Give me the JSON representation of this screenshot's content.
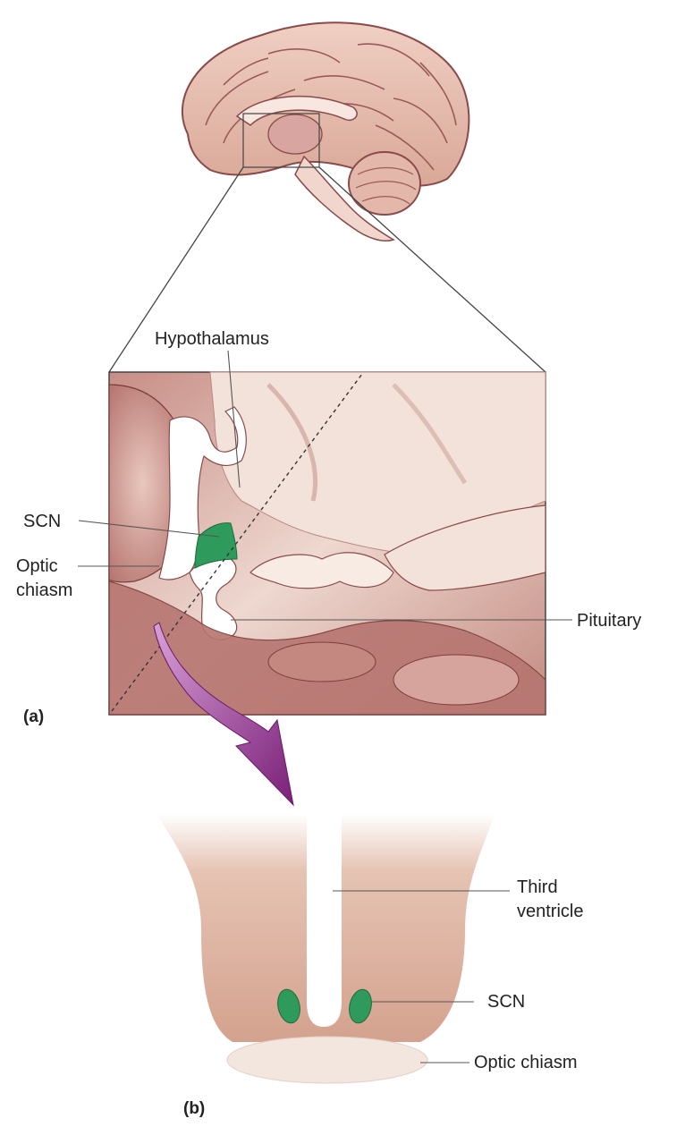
{
  "labels": {
    "hypothalamus": "Hypothalamus",
    "scn_a": "SCN",
    "optic_chiasm_a_line1": "Optic",
    "optic_chiasm_a_line2": "chiasm",
    "pituitary": "Pituitary",
    "panel_a": "(a)",
    "third_ventricle_line1": "Third",
    "third_ventricle_line2": "ventricle",
    "scn_b": "SCN",
    "optic_chiasm_b": "Optic chiasm",
    "panel_b": "(b)"
  },
  "colors": {
    "brain_pink": "#e9c2b4",
    "brain_shadow": "#8a4a4a",
    "tissue_tan": "#d6a592",
    "scn_green": "#2e9a5c",
    "arrow_purple": "#8a2c86",
    "chiasm_pale": "#f3e6df"
  }
}
